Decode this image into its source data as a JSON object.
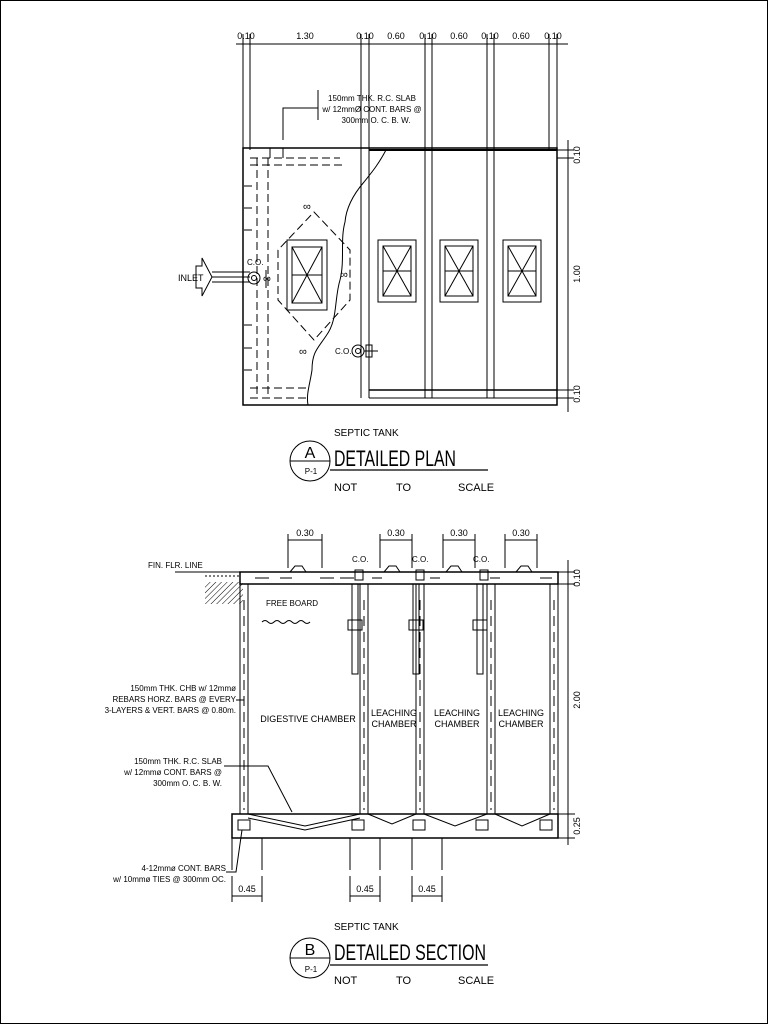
{
  "plan": {
    "top_dims": [
      "0.10",
      "1.30",
      "0.10",
      "0.60",
      "0.10",
      "0.60",
      "0.10",
      "0.60",
      "0.10"
    ],
    "right_dims": [
      "0.10",
      "1.00",
      "0.10"
    ],
    "slab_note": [
      "150mm THK. R.C. SLAB",
      "w/ 12mmØ CONT. BARS @",
      "300mm O. C. B. W."
    ],
    "inlet_label": "INLET",
    "cleanout_label_1": "C.O.",
    "cleanout_label_2": "C.O.",
    "title_block": {
      "letter": "A",
      "sheet": "P-1",
      "subtitle": "SEPTIC TANK",
      "title": "DETAILED PLAN",
      "scale_words": [
        "NOT",
        "TO",
        "SCALE"
      ]
    }
  },
  "section": {
    "top_dims": [
      "0.30",
      "0.30",
      "0.30",
      "0.30"
    ],
    "cleanout_labels": [
      "C.O.",
      "C.O.",
      "C.O."
    ],
    "floor_line_label": "FIN. FLR. LINE",
    "free_board_label": "FREE BOARD",
    "chambers": [
      {
        "line1": "DIGESTIVE CHAMBER",
        "line2": ""
      },
      {
        "line1": "LEACHING",
        "line2": "CHAMBER"
      },
      {
        "line1": "LEACHING",
        "line2": "CHAMBER"
      },
      {
        "line1": "LEACHING",
        "line2": "CHAMBER"
      }
    ],
    "right_dims": [
      "0.10",
      "2.00",
      "0.25"
    ],
    "chb_note": [
      "150mm THK. CHB w/ 12mmø",
      "REBARS HORZ. BARS @ EVERY",
      "3-LAYERS & VERT. BARS @ 0.80m."
    ],
    "slab_note": [
      "150mm THK. R.C. SLAB",
      "w/ 12mmø CONT. BARS @",
      "300mm O. C. B. W."
    ],
    "footing_note": [
      "4-12mmø CONT. BARS",
      "w/ 10mmø TIES @ 300mm OC."
    ],
    "bottom_dims": [
      "0.45",
      "0.45",
      "0.45"
    ],
    "title_block": {
      "letter": "B",
      "sheet": "P-1",
      "subtitle": "SEPTIC TANK",
      "title": "DETAILED SECTION",
      "scale_words": [
        "NOT",
        "TO",
        "SCALE"
      ]
    }
  }
}
